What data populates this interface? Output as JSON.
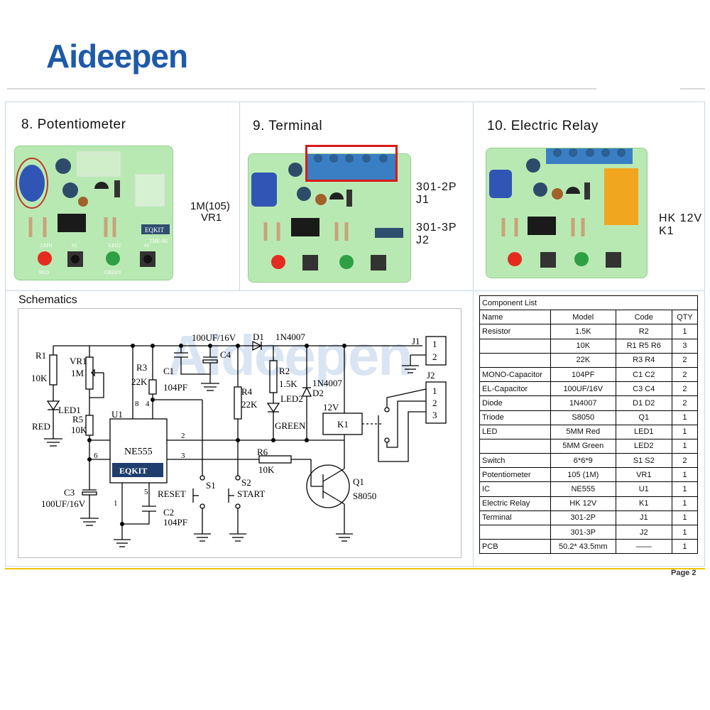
{
  "brand": {
    "logo_text": "Aideepen",
    "watermark": "Aideepen"
  },
  "panels": [
    {
      "title": "8. Potentiometer",
      "labels": [
        "1M(105)",
        "VR1"
      ]
    },
    {
      "title": "9. Terminal",
      "labels": [
        "301-2P",
        "J1",
        "301-3P",
        "J2"
      ]
    },
    {
      "title": "10. Electric Relay",
      "labels": [
        "HK 12V",
        "K1"
      ]
    }
  ],
  "board_markings": {
    "brand": "EQKIT",
    "model": "THE-RI",
    "leds": [
      "LED1",
      "LED2"
    ],
    "led_colors": [
      "RED",
      "GREEN"
    ],
    "switches": [
      "S1",
      "S2"
    ]
  },
  "schematics": {
    "title": "Schematics",
    "labels": {
      "r1": "R1",
      "r1v": "10K",
      "vr1": "VR1",
      "vr1v": "1M",
      "led1": "LED1",
      "red": "RED",
      "r5": "R5",
      "r5v": "10K",
      "u1": "U1",
      "chip": "NE555",
      "brand": "EQKIT",
      "r3": "R3",
      "r3v": "22K",
      "c1": "C1",
      "c1v": "104PF",
      "c4top": "100UF/16V",
      "c4": "C4",
      "d1": "D1",
      "d1v": "1N4007",
      "r4": "R4",
      "r4v": "22K",
      "r2": "R2",
      "r2v": "1.5K",
      "d2v": "1N4007",
      "d2": "D2",
      "led2": "LED2",
      "green": "GREEN",
      "v12": "12V",
      "k1": "K1",
      "j1": "J1",
      "j2": "J2",
      "r6": "R6",
      "r6v": "10K",
      "q1": "Q1",
      "q1v": "S8050",
      "c3": "C3",
      "c3v": "100UF/16V",
      "c2": "C2",
      "c2v": "104PF",
      "reset": "RESET",
      "s1": "S1",
      "start": "START",
      "s2": "S2",
      "p8": "8",
      "p4": "4",
      "p2": "2",
      "p3": "3",
      "p6": "6",
      "p5": "5",
      "p1": "1",
      "j1p1": "1",
      "j1p2": "2",
      "j2p1": "1",
      "j2p2": "2",
      "j2p3": "3"
    }
  },
  "component_list": {
    "title": "Component List",
    "headers": [
      "Name",
      "Model",
      "Code",
      "QTY"
    ],
    "rows": [
      [
        "Resistor",
        "1.5K",
        "R2",
        "1"
      ],
      [
        "",
        "10K",
        "R1 R5 R6",
        "3"
      ],
      [
        "",
        "22K",
        "R3 R4",
        "2"
      ],
      [
        "MONO-Capacitor",
        "104PF",
        "C1 C2",
        "2"
      ],
      [
        "EL-Capacitor",
        "100UF/16V",
        "C3 C4",
        "2"
      ],
      [
        "Diode",
        "1N4007",
        "D1 D2",
        "2"
      ],
      [
        "Triode",
        "S8050",
        "Q1",
        "1"
      ],
      [
        "LED",
        "5MM Red",
        "LED1",
        "1"
      ],
      [
        "",
        "5MM Green",
        "LED2",
        "1"
      ],
      [
        "Switch",
        "6*6*9",
        "S1 S2",
        "2"
      ],
      [
        "Potentiometer",
        "105 (1M)",
        "VR1",
        "1"
      ],
      [
        "IC",
        "NE555",
        "U1",
        "1"
      ],
      [
        "Electric Relay",
        "HK 12V",
        "K1",
        "1"
      ],
      [
        "Terminal",
        "301-2P",
        "J1",
        "1"
      ],
      [
        "",
        "301-3P",
        "J2",
        "1"
      ],
      [
        "PCB",
        "50.2* 43.5mm",
        "——",
        "1"
      ]
    ]
  },
  "footer": {
    "page": "Page 2"
  }
}
